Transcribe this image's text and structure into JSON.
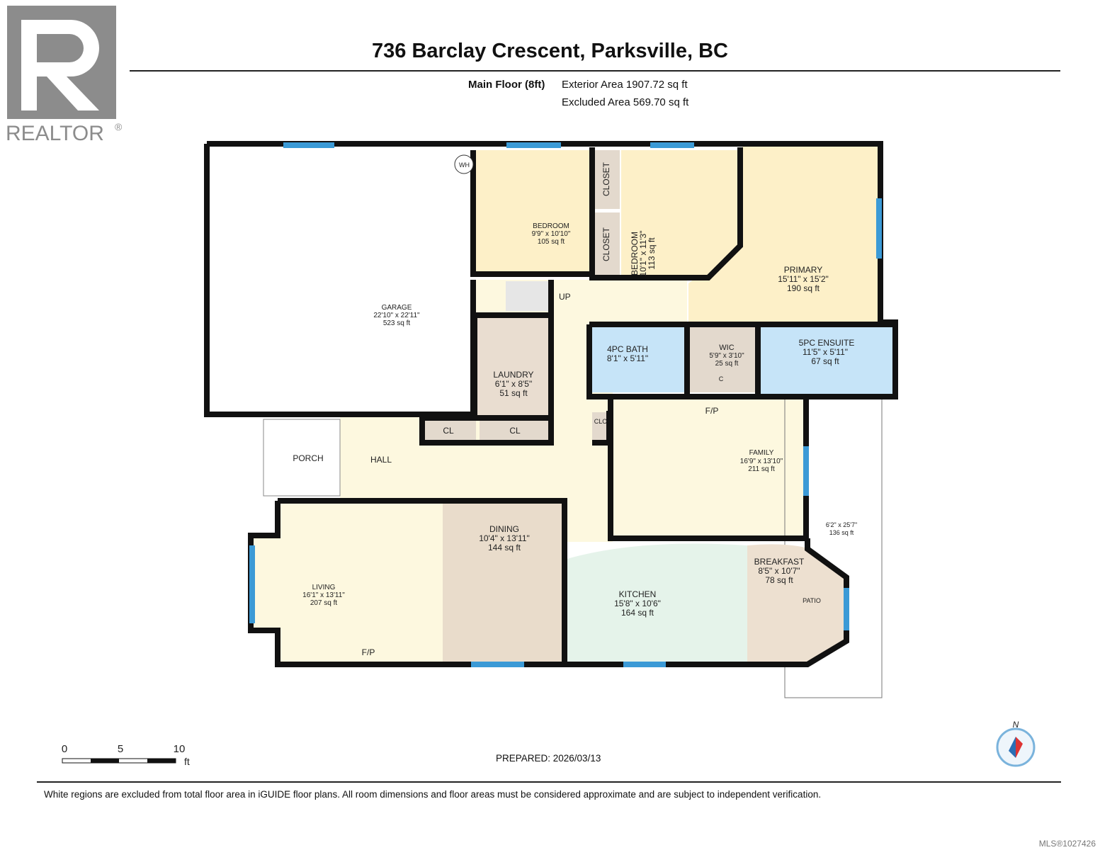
{
  "logo": {
    "text": "REALTOR",
    "mark": "®",
    "color": "#8c8c8c"
  },
  "title": "736 Barclay Crescent, Parksville, BC",
  "floor": {
    "name": "Main Floor (8ft)",
    "exterior_area": "Exterior Area 1907.72 sq ft",
    "excluded_area": "Excluded Area 569.70 sq ft"
  },
  "rooms": {
    "garage": {
      "name": "GARAGE",
      "dims": "22'10\" x 22'11\"",
      "area": "523 sq ft"
    },
    "bedroom1": {
      "name": "BEDROOM",
      "dims": "9'9\" x 10'10\"",
      "area": "105 sq ft"
    },
    "closet1": {
      "name": "CLOSET"
    },
    "closet2": {
      "name": "CLOSET"
    },
    "bedroom2": {
      "name": "BEDROOM",
      "dims": "10'1\" x 11'3\"",
      "area": "113 sq ft"
    },
    "primary": {
      "name": "PRIMARY",
      "dims": "15'11\" x 15'2\"",
      "area": "190 sq ft"
    },
    "stairs": {
      "name": "UP"
    },
    "laundry": {
      "name": "LAUNDRY",
      "dims": "6'1\" x 8'5\"",
      "area": "51 sq ft"
    },
    "bath4": {
      "name": "4PC BATH",
      "dims": "8'1\" x 5'11\""
    },
    "wic": {
      "name": "WIC",
      "dims": "5'9\" x 3'10\"",
      "area": "25 sq ft"
    },
    "wic_c": {
      "name": "C"
    },
    "ensuite": {
      "name": "5PC ENSUITE",
      "dims": "11'5\" x 5'11\"",
      "area": "67 sq ft"
    },
    "cl1": {
      "name": "CL"
    },
    "cl2": {
      "name": "CL"
    },
    "clo": {
      "name": "CLO"
    },
    "family": {
      "name": "FAMILY",
      "dims": "16'9\" x 13'10\"",
      "area": "211 sq ft"
    },
    "family_fp": {
      "name": "F/P"
    },
    "porch": {
      "name": "PORCH"
    },
    "hall": {
      "name": "HALL"
    },
    "patio": {
      "name": "PATIO",
      "dims": "6'2\" x 25'7\"",
      "area": "136 sq ft"
    },
    "living": {
      "name": "LIVING",
      "dims": "16'1\" x 13'11\"",
      "area": "207 sq ft"
    },
    "living_fp": {
      "name": "F/P"
    },
    "dining": {
      "name": "DINING",
      "dims": "10'4\" x 13'11\"",
      "area": "144 sq ft"
    },
    "kitchen": {
      "name": "KITCHEN",
      "dims": "15'8\" x 10'6\"",
      "area": "164 sq ft"
    },
    "breakfast": {
      "name": "BREAKFAST",
      "dims": "8'5\" x 10'7\"",
      "area": "78 sq ft"
    },
    "wh": {
      "name": "WH"
    }
  },
  "colors": {
    "bedroom": "#fdf0c8",
    "hall": "#fdf8df",
    "closet": "#e3d9cd",
    "bath": "#c6e4f8",
    "kitchen": "#e5f3ea",
    "dining": "#e9dccb",
    "wall": "#111111",
    "window": "#3b9ad6"
  },
  "scale": {
    "ticks": [
      "0",
      "5",
      "10"
    ],
    "unit": "ft"
  },
  "compass": {
    "label": "N",
    "icon": "compass-icon"
  },
  "prepared": "PREPARED: 2026/03/13",
  "disclaimer": "White regions are excluded from total floor area in iGUIDE floor plans. All room dimensions and floor areas must be considered approximate and are subject to independent verification.",
  "mls": "MLS®1027426"
}
